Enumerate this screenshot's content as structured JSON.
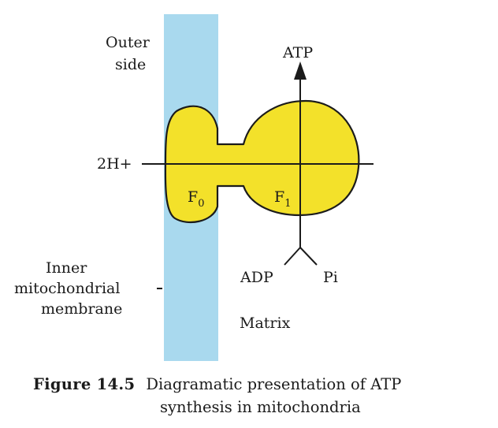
{
  "diagram": {
    "labels": {
      "outer_side_line1": "Outer",
      "outer_side_line2": "side",
      "atp": "ATP",
      "proton": "2H+",
      "f0_letter": "F",
      "f0_sub": "0",
      "f1_letter": "F",
      "f1_sub": "1",
      "inner_membrane_line1": "Inner",
      "inner_membrane_line2": "mitochondrial",
      "inner_membrane_line3": "membrane",
      "adp": "ADP",
      "pi": "Pi",
      "matrix": "Matrix"
    },
    "colors": {
      "membrane": "#a9d9ee",
      "atp_synthase": "#f3e12a",
      "outline": "#1b1b1b"
    }
  },
  "caption": {
    "label": "Figure 14.5",
    "text_line1": "Diagramatic presentation of ATP",
    "text_line2": "synthesis in mitochondria"
  }
}
